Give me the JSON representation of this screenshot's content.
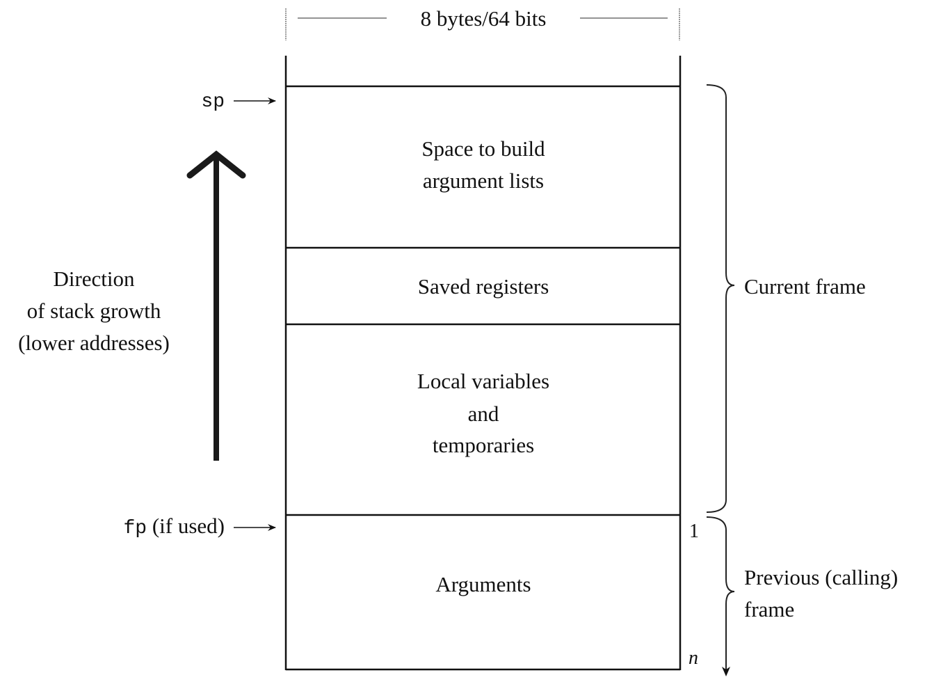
{
  "width_label": "8 bytes/64 bits",
  "pointers": {
    "sp": {
      "name": "sp",
      "suffix": ""
    },
    "fp": {
      "name": "fp",
      "suffix": " (if used)"
    }
  },
  "growth_label": [
    "Direction",
    "of stack growth",
    "(lower addresses)"
  ],
  "segments": [
    {
      "id": "arg-build",
      "lines": [
        "Space to build",
        "argument lists"
      ]
    },
    {
      "id": "saved-regs",
      "lines": [
        "Saved registers"
      ]
    },
    {
      "id": "locals",
      "lines": [
        "Local variables",
        "and",
        "temporaries"
      ]
    },
    {
      "id": "arguments",
      "lines": [
        "Arguments"
      ]
    }
  ],
  "index_labels": {
    "first": "1",
    "last": "n"
  },
  "frames": {
    "current": [
      "Current frame"
    ],
    "previous": [
      "Previous (calling)",
      "frame"
    ]
  }
}
